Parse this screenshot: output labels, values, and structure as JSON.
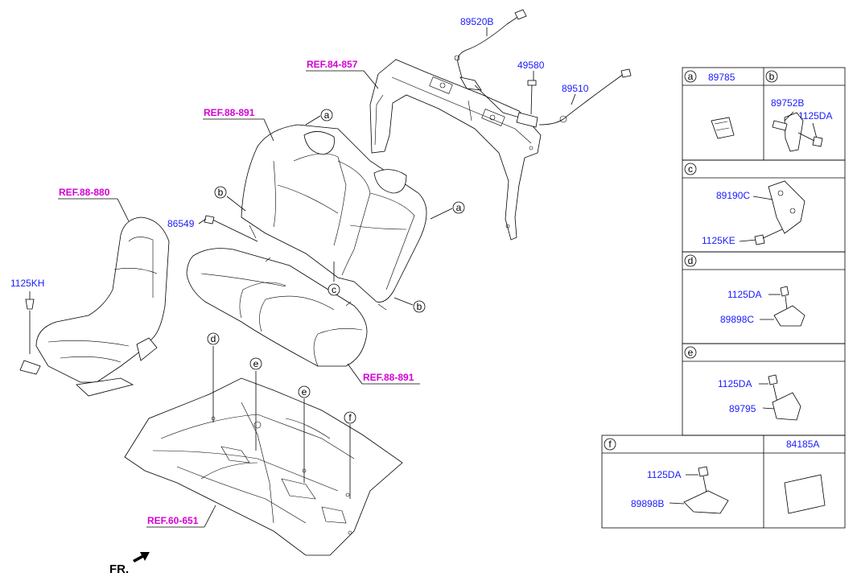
{
  "colors": {
    "part_number": "#1a1aff",
    "reference": "#d400d4",
    "line": "#000000"
  },
  "refs": {
    "rear_panel": "REF.84-857",
    "rear_back": "REF.88-891",
    "front_seat": "REF.88-880",
    "rear_cushion": "REF.88-891",
    "floor": "REF.60-651"
  },
  "parts": {
    "harness_b": "89520B",
    "clip_49580": "49580",
    "harness_89510": "89510",
    "bolt_86549": "86549",
    "bolt_1125kh": "1125KH"
  },
  "callouts": {
    "a": "a",
    "b": "b",
    "c": "c",
    "d": "d",
    "e": "e",
    "f": "f"
  },
  "table": {
    "a_letter": "a",
    "a_part": "89785",
    "b_letter": "b",
    "b_part1": "89752B",
    "b_part2": "1125DA",
    "c_letter": "c",
    "c_part1": "89190C",
    "c_part2": "1125KE",
    "d_letter": "d",
    "d_part1": "1125DA",
    "d_part2": "89898C",
    "e_letter": "e",
    "e_part1": "1125DA",
    "e_part2": "89795",
    "f_letter": "f",
    "f_part1": "1125DA",
    "f_part2": "89898B",
    "g_part": "84185A"
  },
  "front_indicator": "FR."
}
